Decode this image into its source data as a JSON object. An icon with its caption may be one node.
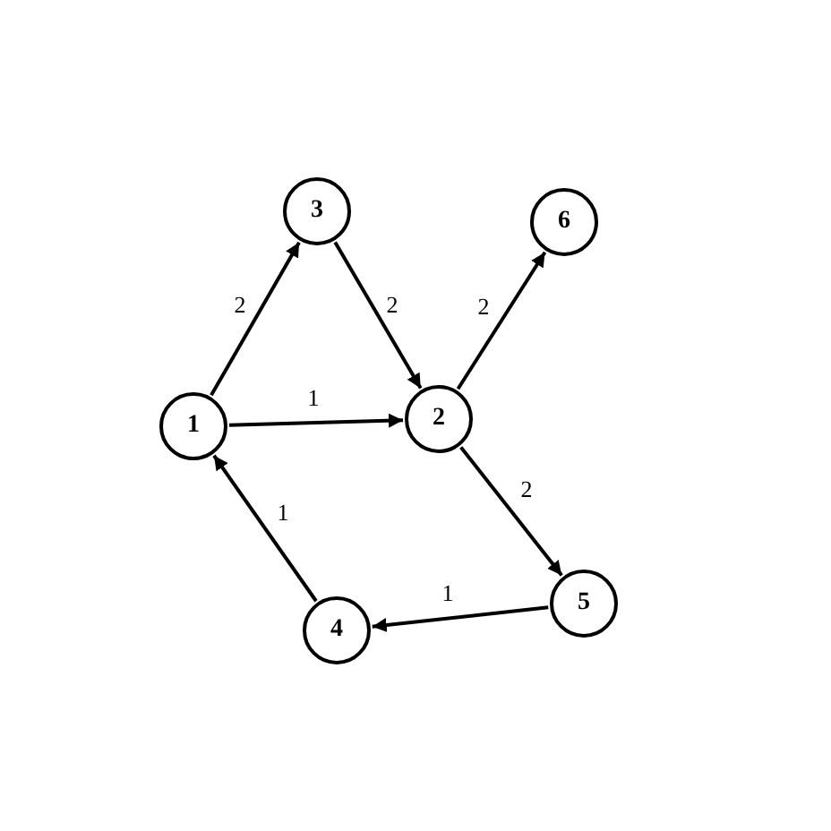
{
  "diagram": {
    "nodes": [
      {
        "text": [
          "3"
        ]
      },
      {
        "text": [
          "6"
        ]
      },
      {
        "text": [
          "1"
        ]
      },
      {
        "text": [
          "2"
        ]
      },
      {
        "text": [
          "5"
        ]
      },
      {
        "text": [
          "4"
        ]
      }
    ],
    "edges": [
      {
        "from": 2,
        "to": 0,
        "arrow": "to",
        "label": "2"
      },
      {
        "from": 0,
        "to": 3,
        "arrow": "to",
        "label": "2"
      },
      {
        "from": 2,
        "to": 3,
        "arrow": "to",
        "label": "1"
      },
      {
        "from": 3,
        "to": 1,
        "arrow": "to",
        "label": "2"
      },
      {
        "from": 3,
        "to": 4,
        "arrow": "to",
        "label": "2"
      },
      {
        "from": 4,
        "to": 5,
        "arrow": "to",
        "label": "1"
      },
      {
        "from": 5,
        "to": 2,
        "arrow": "to",
        "label": "1"
      }
    ]
  }
}
